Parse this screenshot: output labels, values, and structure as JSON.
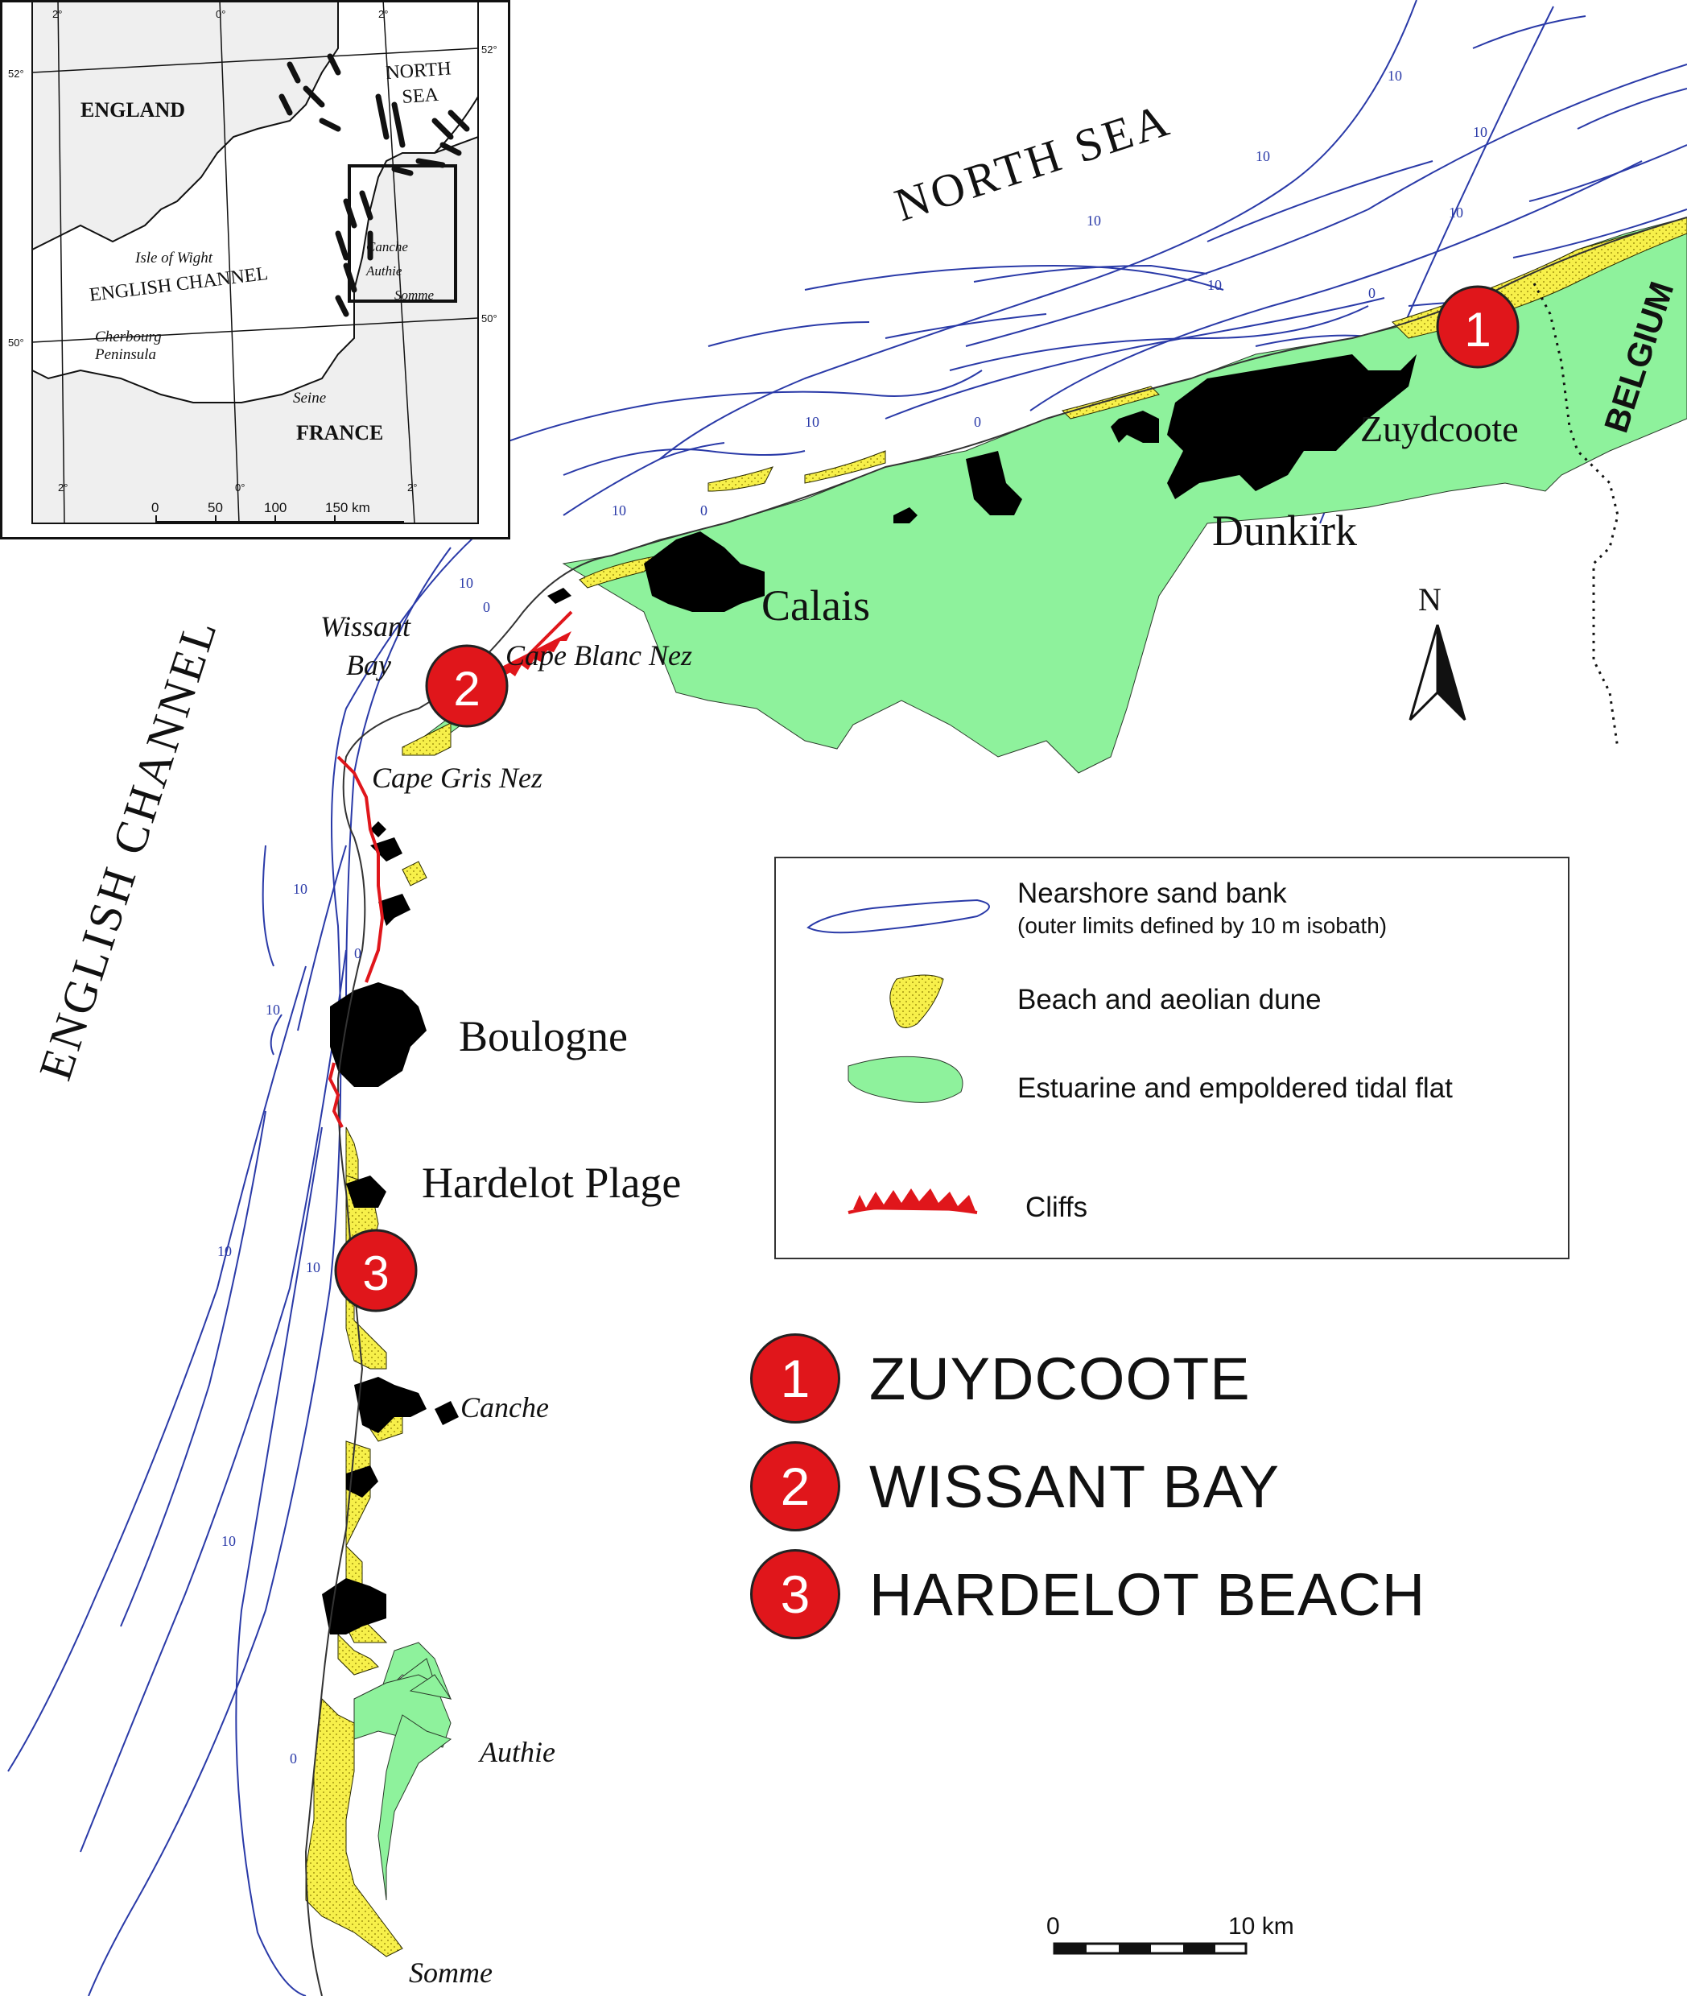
{
  "map": {
    "seas": {
      "north_sea": "NORTH SEA",
      "english_channel": "ENGLISH CHANNEL"
    },
    "country": "BELGIUM",
    "towns": {
      "zuydcoote": "Zuydcoote",
      "dunkirk": "Dunkirk",
      "calais": "Calais",
      "boulogne": "Boulogne",
      "hardelot_plage": "Hardelot Plage"
    },
    "coastal_features": {
      "wissant_bay_line1": "Wissant",
      "wissant_bay_line2": "Bay",
      "cape_blanc_nez": "Cape Blanc Nez",
      "cape_gris_nez": "Cape Gris Nez",
      "canche": "Canche",
      "authie": "Authie",
      "somme": "Somme"
    },
    "isobath_labels": {
      "ten": "10",
      "zero": "0"
    },
    "north_arrow": "N",
    "scale_bar": {
      "start": "0",
      "end": "10 km"
    },
    "site_markers": [
      {
        "number": "1",
        "name": "ZUYDCOOTE"
      },
      {
        "number": "2",
        "name": "WISSANT BAY"
      },
      {
        "number": "3",
        "name": "HARDELOT BEACH"
      }
    ]
  },
  "inset": {
    "countries": {
      "england": "ENGLAND",
      "france": "FRANCE"
    },
    "seas": {
      "north_sea_line1": "NORTH",
      "north_sea_line2": "SEA",
      "english_channel": "ENGLISH CHANNEL"
    },
    "places": {
      "isle_of_wight": "Isle of Wight",
      "cherbourg_line1": "Cherbourg",
      "cherbourg_line2": "Peninsula",
      "seine": "Seine",
      "canche": "Canche",
      "authie": "Authie",
      "somme": "Somme"
    },
    "graticule": {
      "top_lon": [
        "2°",
        "0°",
        "2°"
      ],
      "bottom_lon": [
        "2°",
        "0°",
        "2°"
      ],
      "lat_52_left": "52°",
      "lat_52_right": "52°",
      "lat_50_left": "50°",
      "lat_50_right": "50°"
    },
    "scale": {
      "ticks": [
        "0",
        "50",
        "100",
        "150 km"
      ]
    }
  },
  "legend": {
    "items": [
      {
        "label": "Nearshore sand bank",
        "sublabel": "(outer limits defined by 10 m isobath)"
      },
      {
        "label": "Beach and aeolian dune"
      },
      {
        "label": "Estuarine and empoldered tidal flat"
      },
      {
        "label": "Cliffs"
      }
    ]
  },
  "colors": {
    "tidal_flat": "#8ef29c",
    "beach_dune": "#f7f04a",
    "urban": "#000000",
    "cliff": "#e0161b",
    "isobath": "#2a3aa8",
    "marker": "#e0161b",
    "inset_land": "#efefef"
  }
}
